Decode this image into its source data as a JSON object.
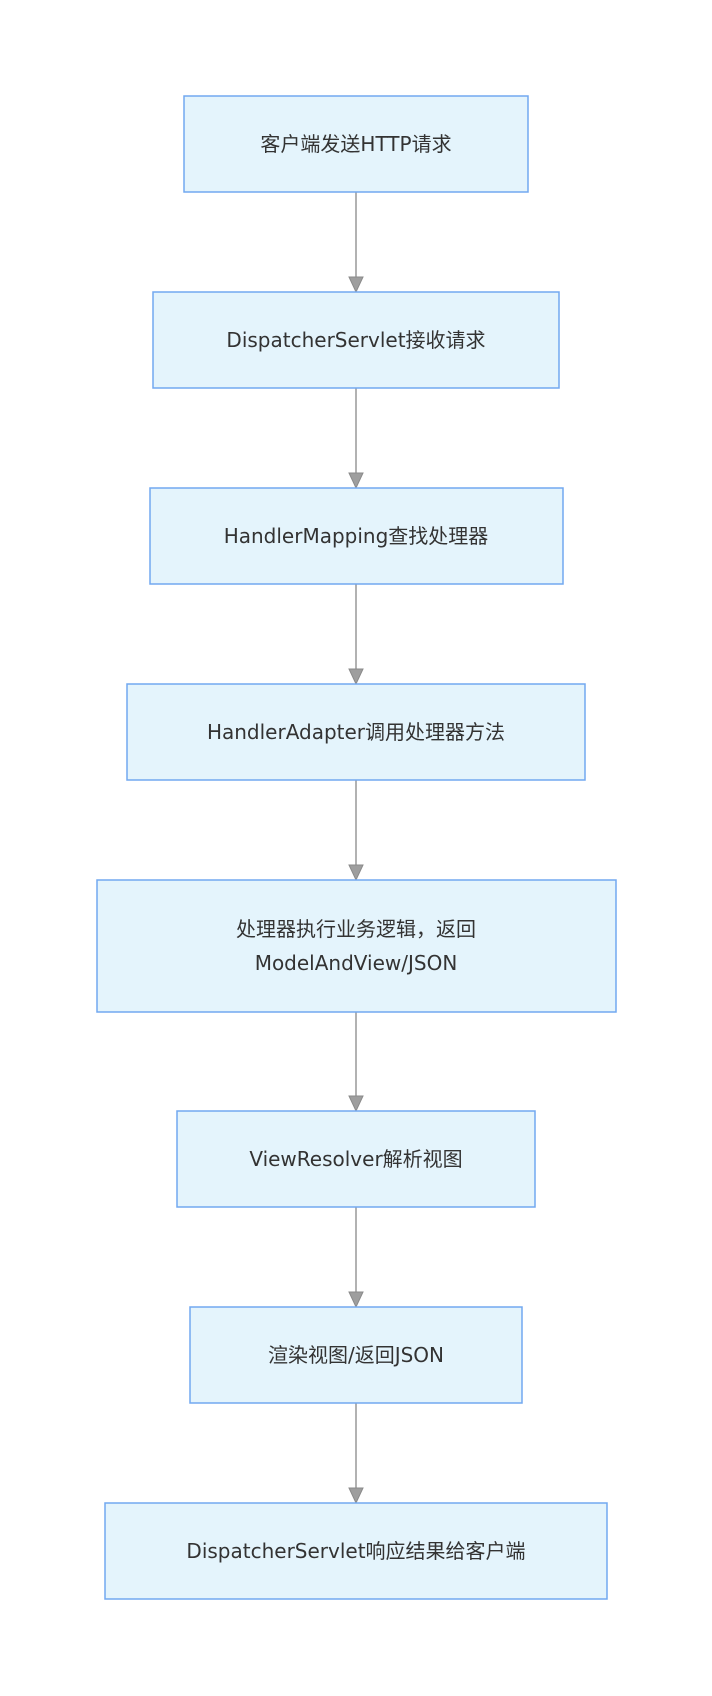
{
  "flowchart": {
    "steps": [
      {
        "id": "step-1",
        "lines": [
          "客户端发送HTTP请求"
        ]
      },
      {
        "id": "step-2",
        "lines": [
          "DispatcherServlet接收请求"
        ]
      },
      {
        "id": "step-3",
        "lines": [
          "HandlerMapping查找处理器"
        ]
      },
      {
        "id": "step-4",
        "lines": [
          "HandlerAdapter调用处理器方法"
        ]
      },
      {
        "id": "step-5",
        "lines": [
          "处理器执行业务逻辑，返回",
          "ModelAndView/JSON"
        ]
      },
      {
        "id": "step-6",
        "lines": [
          "ViewResolver解析视图"
        ]
      },
      {
        "id": "step-7",
        "lines": [
          "渲染视图/返回JSON"
        ]
      },
      {
        "id": "step-8",
        "lines": [
          "DispatcherServlet响应结果给客户端"
        ]
      }
    ],
    "edges": [
      {
        "from": "step-1",
        "to": "step-2"
      },
      {
        "from": "step-2",
        "to": "step-3"
      },
      {
        "from": "step-3",
        "to": "step-4"
      },
      {
        "from": "step-4",
        "to": "step-5"
      },
      {
        "from": "step-5",
        "to": "step-6"
      },
      {
        "from": "step-6",
        "to": "step-7"
      },
      {
        "from": "step-7",
        "to": "step-8"
      }
    ],
    "colors": {
      "node_fill": "#e4f4fc",
      "node_stroke": "#72a8f0",
      "edge": "#999999",
      "text": "#333333"
    }
  }
}
